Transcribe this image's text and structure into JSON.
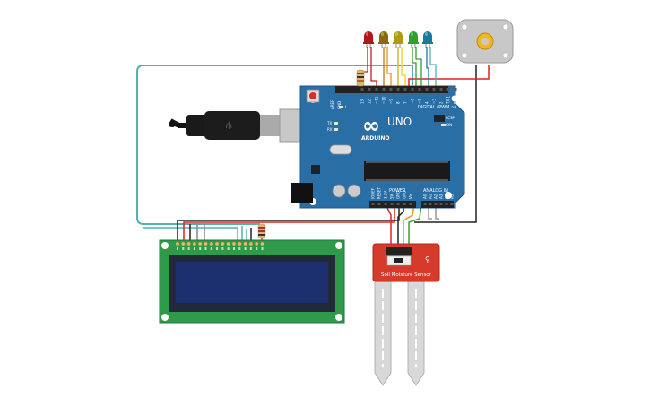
{
  "board": {
    "brand": "ARDUINO",
    "model": "UNO",
    "logo": "∞",
    "digital_header": "DIGITAL (PWM ~)",
    "power_header": "POWER",
    "analog_header": "ANALOG IN",
    "icsp_label": "ICSP",
    "on_label": "ON",
    "tx_label": "TX",
    "rx_label": "RX",
    "l_label": "L",
    "aref_label": "AREF",
    "gnd_label": "GND",
    "digital_pins": [
      "13",
      "12",
      "~11",
      "~10",
      "~9",
      "8",
      "7",
      "~6",
      "~5",
      "4",
      "~3",
      "2",
      "TX 1",
      "RX 0"
    ],
    "power_pins": [
      "IOREF",
      "RESET",
      "3.3V",
      "5V",
      "GND",
      "GND",
      "Vin"
    ],
    "analog_pins": [
      "A0",
      "A1",
      "A2",
      "A3",
      "A4",
      "A5"
    ]
  },
  "sensor": {
    "label": "Soil Moisture Sensor"
  },
  "lcd": {
    "pin_count": 16
  },
  "leds": [
    {
      "color": "#b01818"
    },
    {
      "color": "#8a6a10"
    },
    {
      "color": "#b09a10"
    },
    {
      "color": "#2ea02e"
    },
    {
      "color": "#1a7a9a"
    }
  ],
  "colors": {
    "board": "#2a6ea6",
    "board_dark": "#1f5a8a",
    "lcd_pcb": "#2e9a4a",
    "lcd_screen": "#1c2f6e",
    "sensor_pcb": "#d63a2a",
    "wire_teal": "#4fb3b0",
    "wire_red": "#e02020",
    "wire_black": "#222222",
    "wire_orange": "#f09020",
    "wire_green": "#3aa03a",
    "wire_gray": "#999999"
  }
}
